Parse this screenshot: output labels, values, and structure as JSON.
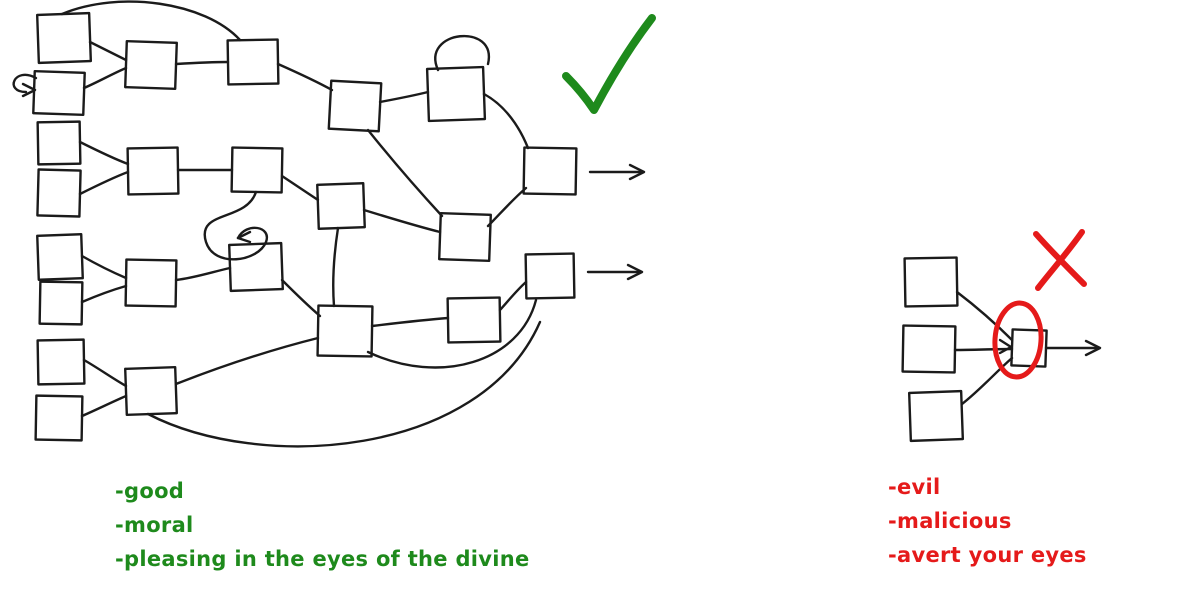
{
  "colors": {
    "ink": "#1b1b1b",
    "good": "#1e8a1c",
    "evil": "#e51a1a"
  },
  "good_network": {
    "verdict_icon": "checkmark",
    "labels": [
      "-good",
      "-moral",
      "-pleasing in the eyes of the divine"
    ]
  },
  "evil_network": {
    "verdict_icon": "x-mark",
    "labels": [
      "-evil",
      "-malicious",
      "-avert your eyes"
    ]
  }
}
